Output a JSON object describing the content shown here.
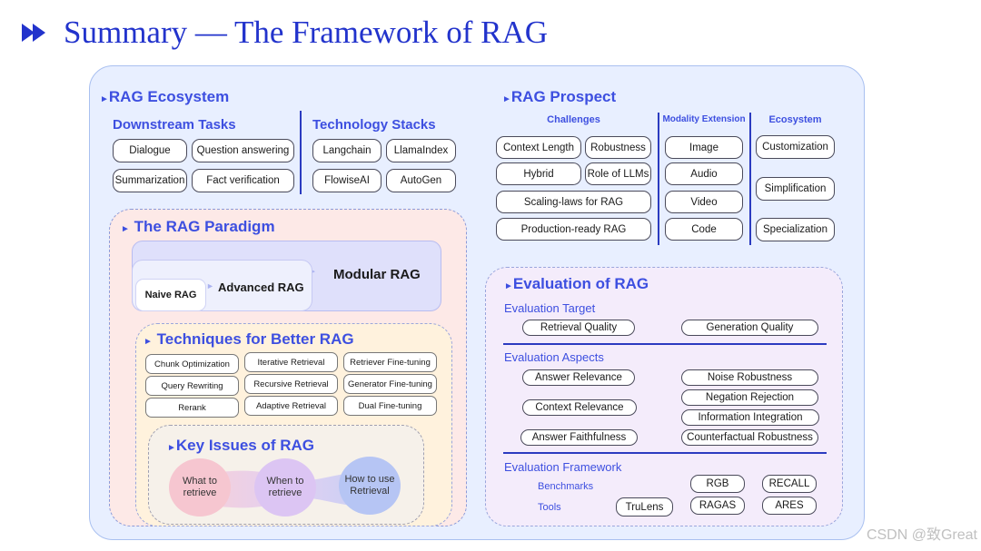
{
  "slide_title": "Summary — The Framework of RAG",
  "ecosystem": {
    "title": "RAG Ecosystem",
    "downstream": {
      "title": "Downstream Tasks",
      "items": [
        "Dialogue",
        "Question answering",
        "Summarization",
        "Fact verification"
      ]
    },
    "stacks": {
      "title": "Technology Stacks",
      "items": [
        "Langchain",
        "LlamaIndex",
        "FlowiseAI",
        "AutoGen"
      ]
    }
  },
  "paradigm": {
    "title": "The RAG Paradigm",
    "naive": "Naive RAG",
    "advanced": "Advanced RAG",
    "modular": "Modular RAG"
  },
  "techniques": {
    "title": "Techniques for Better RAG",
    "items": [
      "Chunk Optimization",
      "Iterative Retrieval",
      "Retriever Fine-tuning",
      "Query Rewriting",
      "Recursive Retrieval",
      "Generator Fine-tuning",
      "Rerank",
      "Adaptive Retrieval",
      "Dual Fine-tuning"
    ]
  },
  "key_issues": {
    "title": "Key Issues of RAG",
    "items": [
      "What to retrieve",
      "When to retrieve",
      "How to use Retrieval"
    ]
  },
  "prospect": {
    "title": "RAG Prospect",
    "challenges": {
      "title": "Challenges",
      "items": [
        "Context Length",
        "Robustness",
        "Hybrid",
        "Role of LLMs",
        "Scaling-laws for RAG",
        "Production-ready RAG"
      ]
    },
    "modality": {
      "title": "Modality Extension",
      "items": [
        "Image",
        "Audio",
        "Video",
        "Code"
      ]
    },
    "ecosystem": {
      "title": "Ecosystem",
      "items": [
        "Customization",
        "Simplification",
        "Specialization"
      ]
    }
  },
  "evaluation": {
    "title": "Evaluation of RAG",
    "target": {
      "title": "Evaluation Target",
      "items": [
        "Retrieval Quality",
        "Generation Quality"
      ]
    },
    "aspects": {
      "title": "Evaluation Aspects",
      "items": [
        "Answer Relevance",
        "Context Relevance",
        "Answer Faithfulness",
        "Noise Robustness",
        "Negation Rejection",
        "Information Integration",
        "Counterfactual Robustness"
      ]
    },
    "framework": {
      "title": "Evaluation Framework",
      "benchmarks_label": "Benchmarks",
      "tools_label": "Tools",
      "benchmarks": [
        "RGB",
        "RECALL"
      ],
      "tools": [
        "TruLens",
        "RAGAS",
        "ARES"
      ]
    }
  },
  "watermark": "CSDN @致Great",
  "colors": {
    "accent": "#3d4fe0",
    "outer_bg": "#e8efff",
    "paradigm_bg": "#fde9e7",
    "techniques_bg": "#fff2dd",
    "prospect_bg": "#f4ecfb"
  }
}
